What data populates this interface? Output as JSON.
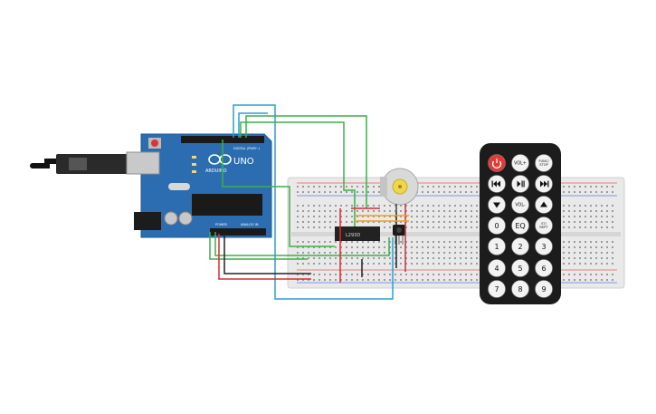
{
  "arduino": {
    "brand": "ARDUINO",
    "model": "UNO",
    "digital_header_label": "DIGITAL (PWM~)",
    "power_label": "POWER",
    "analog_label": "ANALOG IN"
  },
  "driver_ic": {
    "label": "L293D"
  },
  "remote": {
    "buttons": [
      {
        "label": "",
        "icon": "power-icon",
        "color": "#e53935"
      },
      {
        "label": "VOL+",
        "icon": "",
        "color": "#f2f2f2"
      },
      {
        "label": "FUNC/ STOP",
        "icon": "",
        "color": "#f2f2f2"
      },
      {
        "label": "",
        "icon": "skip-back-icon",
        "color": "#f2f2f2"
      },
      {
        "label": "",
        "icon": "play-pause-icon",
        "color": "#f2f2f2"
      },
      {
        "label": "",
        "icon": "skip-forward-icon",
        "color": "#f2f2f2"
      },
      {
        "label": "",
        "icon": "down-arrow-icon",
        "color": "#f2f2f2"
      },
      {
        "label": "VOL-",
        "icon": "",
        "color": "#f2f2f2"
      },
      {
        "label": "",
        "icon": "up-arrow-icon",
        "color": "#f2f2f2"
      },
      {
        "label": "0",
        "icon": "",
        "color": "#f2f2f2"
      },
      {
        "label": "EQ",
        "icon": "",
        "color": "#f2f2f2"
      },
      {
        "label": "ST/ REPT",
        "icon": "",
        "color": "#f2f2f2"
      },
      {
        "label": "1",
        "icon": "",
        "color": "#f2f2f2"
      },
      {
        "label": "2",
        "icon": "",
        "color": "#f2f2f2"
      },
      {
        "label": "3",
        "icon": "",
        "color": "#f2f2f2"
      },
      {
        "label": "4",
        "icon": "",
        "color": "#f2f2f2"
      },
      {
        "label": "5",
        "icon": "",
        "color": "#f2f2f2"
      },
      {
        "label": "6",
        "icon": "",
        "color": "#f2f2f2"
      },
      {
        "label": "7",
        "icon": "",
        "color": "#f2f2f2"
      },
      {
        "label": "8",
        "icon": "",
        "color": "#f2f2f2"
      },
      {
        "label": "9",
        "icon": "",
        "color": "#f2f2f2"
      }
    ]
  },
  "colors": {
    "board": "#2b6db0",
    "breadboard": "#e9e9e9",
    "wire_green": "#3fae49",
    "wire_blue": "#2a9fd6",
    "wire_red": "#d32f2f",
    "wire_black": "#222222",
    "wire_orange": "#f0a01e",
    "remote_body": "#1c1c1c"
  }
}
